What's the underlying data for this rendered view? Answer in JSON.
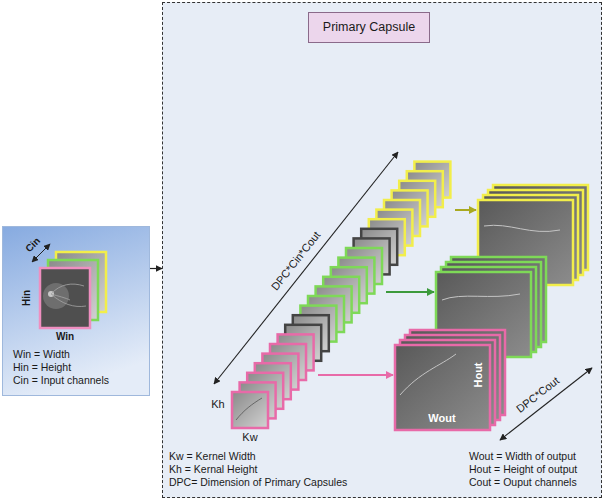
{
  "diagram": {
    "nodes": [
      {
        "text": [
          "Win = Width",
          "Hin = Height",
          "Cin = Input channels"
        ]
      },
      {
        "text": [
          "Kw = Kernel Width",
          "Kh = Kernal Height",
          "DPC= Dimension of Primary Capsules",
          "Wout = Width of output",
          "Hout = Height of output",
          "Cout = Ouput channels"
        ]
      },
      {
        "text": [
          "Primary Capsule"
        ],
        "in": 1
      }
    ],
    "edges": [
      {
        "from": 0,
        "to": 1,
        "arrow": "to"
      }
    ],
    "labels": [
      "Cin",
      "Hin",
      "Win",
      "DPC*Cin*Cout",
      "Kh",
      "Kw",
      "Wout",
      "Hout",
      "DPC*Cout"
    ]
  }
}
